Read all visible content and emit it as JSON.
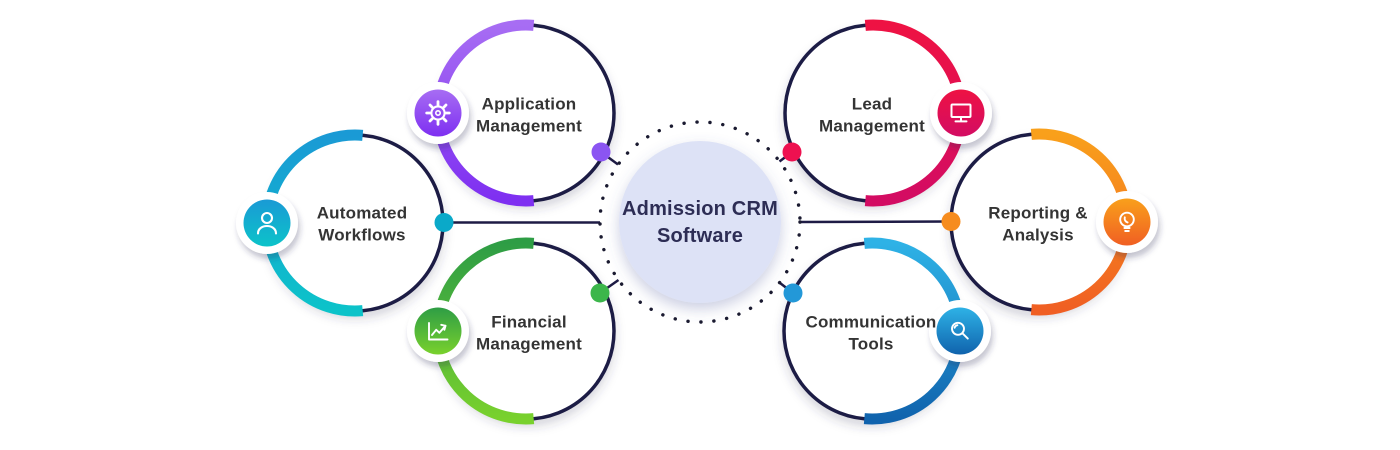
{
  "diagram": {
    "title": "Admission CRM Software",
    "center": {
      "label": "Admission CRM\nSoftware",
      "fill_color": "#dde2f6",
      "dotted_ring_color": "#1a1a30"
    },
    "connector_color": "#1e1b45",
    "ring_color": "#1e1b45",
    "background_color": "#ffffff",
    "nodes": [
      {
        "id": "application-management",
        "label": "Application\nManagement",
        "icon": "gear-icon",
        "color_top": "#a76df3",
        "color_bottom": "#7e2ff1",
        "dot_color": "#8b55f2"
      },
      {
        "id": "lead-management",
        "label": "Lead\nManagement",
        "icon": "monitor-icon",
        "color_top": "#ee1243",
        "color_bottom": "#d30c63",
        "dot_color": "#ee1150"
      },
      {
        "id": "automated-workflows",
        "label": "Automated\nWorkflows",
        "icon": "person-icon",
        "color_top": "#1a9ad5",
        "color_bottom": "#0cc3c9",
        "dot_color": "#0aa9c9"
      },
      {
        "id": "reporting-analysis",
        "label": "Reporting &\nAnalysis",
        "icon": "lightbulb-icon",
        "color_top": "#f9a01b",
        "color_bottom": "#f05f23",
        "dot_color": "#f68c1e"
      },
      {
        "id": "financial-management",
        "label": "Financial\nManagement",
        "icon": "line-chart-icon",
        "color_top": "#2e9d45",
        "color_bottom": "#79d12d",
        "dot_color": "#3cb64b"
      },
      {
        "id": "communication-tools",
        "label": "Communication\nTools",
        "icon": "search-icon",
        "color_top": "#2eb2e6",
        "color_bottom": "#1063ad",
        "dot_color": "#2398d8"
      }
    ]
  }
}
